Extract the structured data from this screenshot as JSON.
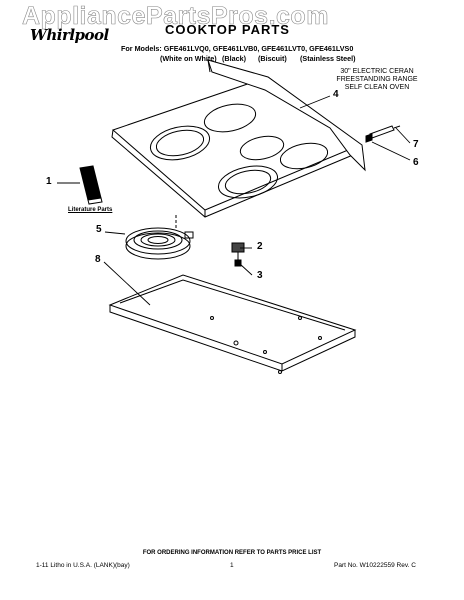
{
  "watermark": "AppliancePartsPros.com",
  "brand": {
    "logo_text": "Whirlpool"
  },
  "header": {
    "title": "COOKTOP PARTS",
    "models_line": "For Models: GFE461LVQ0, GFE461LVB0, GFE461LVT0, GFE461LVS0",
    "colors": [
      "(White on White)",
      "(Black)",
      "(Biscuit)",
      "(Stainless Steel)"
    ]
  },
  "description": [
    "30\" ELECTRIC CERAN",
    "FREESTANDING RANGE",
    "SELF CLEAN OVEN"
  ],
  "diagram": {
    "literature_label": "Literature Parts",
    "callouts": [
      "1",
      "2",
      "3",
      "4",
      "5",
      "6",
      "7",
      "8"
    ]
  },
  "footer": {
    "ordering_note": "FOR ORDERING INFORMATION REFER TO PARTS PRICE LIST",
    "litho": "1-11 Litho in U.S.A. (LANK)(bay)",
    "page": "1",
    "part_no": "Part No. W10222559 Rev. C"
  }
}
